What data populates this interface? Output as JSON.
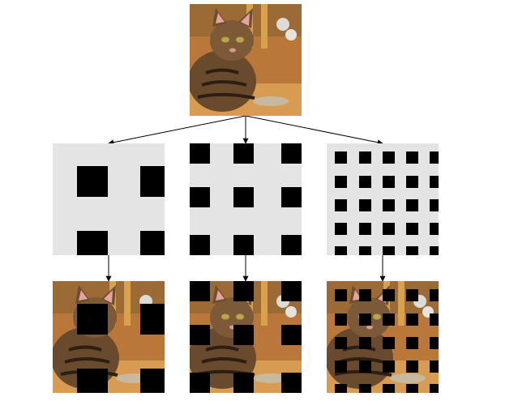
{
  "diagram": {
    "source_image": {
      "icon": "cat-photo"
    },
    "patterns": [
      {
        "grid": "2x2",
        "icon": "mask-pattern-2x2"
      },
      {
        "grid": "3x3",
        "icon": "mask-pattern-3x3"
      },
      {
        "grid": "5x5",
        "icon": "mask-pattern-5x5"
      }
    ],
    "results": [
      {
        "icon": "masked-cat-2x2"
      },
      {
        "icon": "masked-cat-3x3"
      },
      {
        "icon": "masked-cat-5x5"
      }
    ],
    "colors": {
      "mask": "#000000",
      "pattern_background": "#e4e4e4",
      "arrow": "#000000"
    }
  }
}
